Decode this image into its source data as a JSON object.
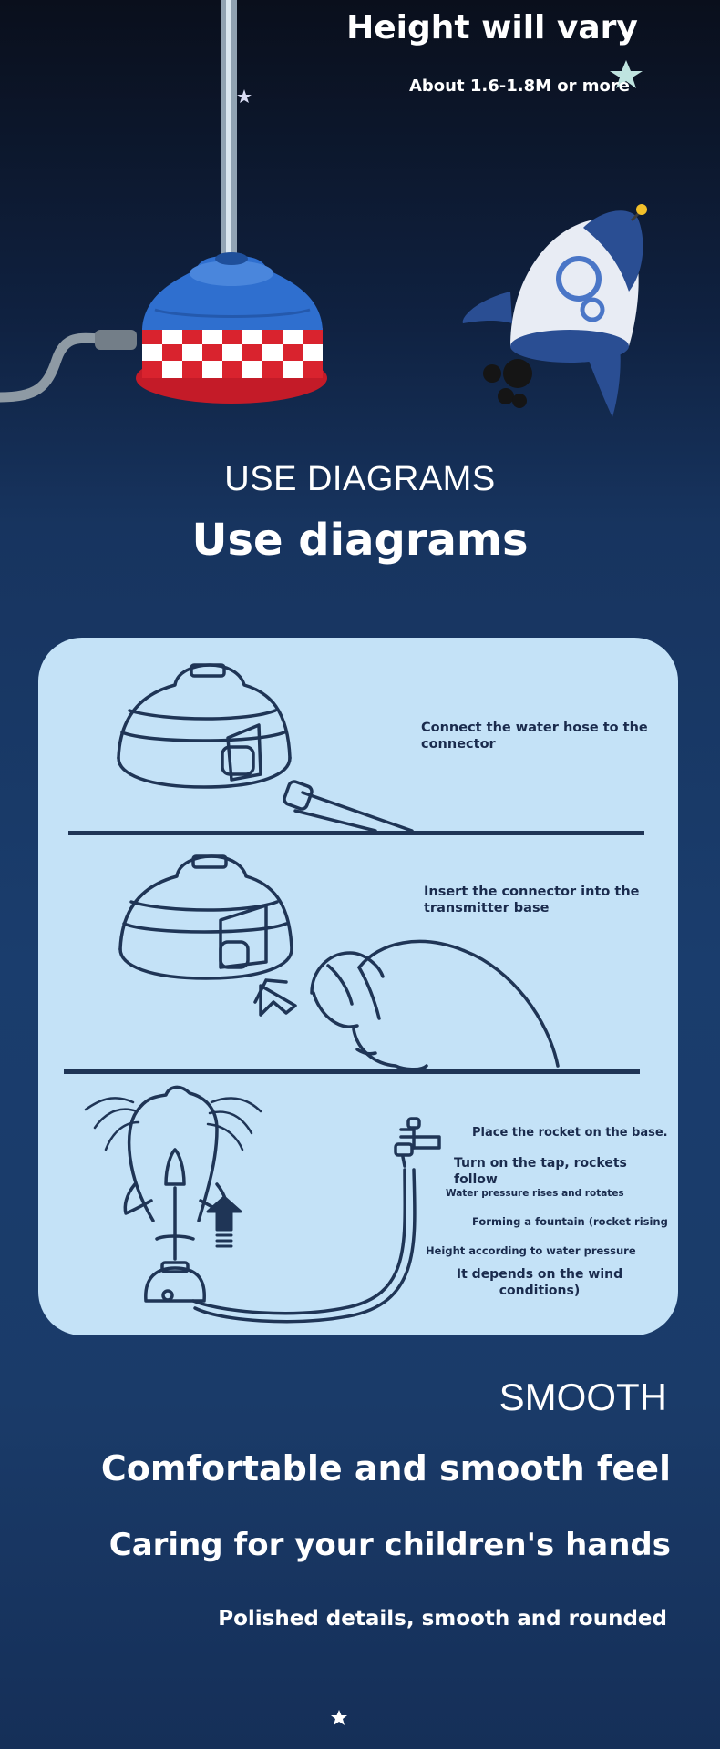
{
  "hero": {
    "title": "Height will vary",
    "subtitle": "About 1.6-1.8M or more"
  },
  "section_use": {
    "upper": "USE DIAGRAMS",
    "title": "Use diagrams"
  },
  "steps": [
    {
      "lines": [
        "Connect the water hose to the",
        "connector"
      ]
    },
    {
      "lines": [
        "Insert the connector into the",
        "transmitter base"
      ]
    },
    {
      "lines": [
        "Place the rocket on the base.",
        "Turn on the tap, rockets follow",
        "Water pressure rises and rotates",
        "Forming a fountain (rocket rising",
        "Height according to water pressure",
        "It depends on the wind",
        "conditions)"
      ]
    }
  ],
  "section_smooth": {
    "upper": "SMOOTH",
    "line1": "Comfortable and smooth feel",
    "line2": "Caring for your children's hands",
    "line3": "Polished details, smooth and rounded"
  },
  "colors": {
    "background_top": "#0a0f1c",
    "background_bottom": "#152f58",
    "card": "#c4e2f7",
    "line_art": "#1f3556",
    "launcher_blue": "#2f6fcf",
    "checker_red": "#d9232e"
  }
}
